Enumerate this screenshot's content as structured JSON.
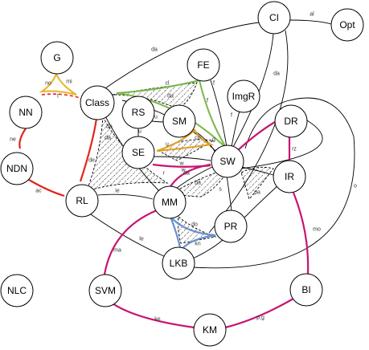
{
  "diagram": {
    "nodes": [
      {
        "id": "CI",
        "label": "CI"
      },
      {
        "id": "Opt",
        "label": "Opt"
      },
      {
        "id": "G",
        "label": "G"
      },
      {
        "id": "FE",
        "label": "FE"
      },
      {
        "id": "ImgR",
        "label": "ImgR"
      },
      {
        "id": "NN",
        "label": "NN"
      },
      {
        "id": "Class",
        "label": "Class"
      },
      {
        "id": "RS",
        "label": "RS"
      },
      {
        "id": "SM",
        "label": "SM"
      },
      {
        "id": "DR",
        "label": "DR"
      },
      {
        "id": "SE",
        "label": "SE"
      },
      {
        "id": "NDN",
        "label": "NDN"
      },
      {
        "id": "SW",
        "label": "SW"
      },
      {
        "id": "IR",
        "label": "IR"
      },
      {
        "id": "RL",
        "label": "RL"
      },
      {
        "id": "MM",
        "label": "MM"
      },
      {
        "id": "PR",
        "label": "PR"
      },
      {
        "id": "LKB",
        "label": "LKB"
      },
      {
        "id": "NLC",
        "label": "NLC"
      },
      {
        "id": "SVM",
        "label": "SVM"
      },
      {
        "id": "BI",
        "label": "BI"
      },
      {
        "id": "KM",
        "label": "KM"
      }
    ],
    "edge_labels": {
      "ci_opt": "al",
      "class_ci": "da",
      "sw_ci": "da",
      "g_no": "no",
      "g_mi": "mi",
      "g_t": "t",
      "fe_cl": "cl",
      "fe_da": "da",
      "fe_f1": "f",
      "fe_f2": "f",
      "imgr_f": "f",
      "rs_u1": "u",
      "rs_u2": "u",
      "se_u": "u",
      "se_co": "co",
      "se_w": "w",
      "se_g": "g",
      "sw_w": "w",
      "sw_da": "da",
      "sw_s1": "s",
      "sw_s2": "s",
      "sw_pa": "pa",
      "sw_da2": "da",
      "class_da1": "da",
      "class_da2": "da",
      "class_de": "de",
      "nn_ne": "ne",
      "ndn_ac": "ac",
      "rl_ie": "ie",
      "rl_le": "le",
      "dr_rz": "rz",
      "dr_o": "o",
      "ir_mo": "mo",
      "mm_ma": "ma",
      "mm_do": "do",
      "mm_kn": "kn",
      "mm_r": "r",
      "svm_ke": "ke",
      "km_pg": "p,g"
    }
  }
}
